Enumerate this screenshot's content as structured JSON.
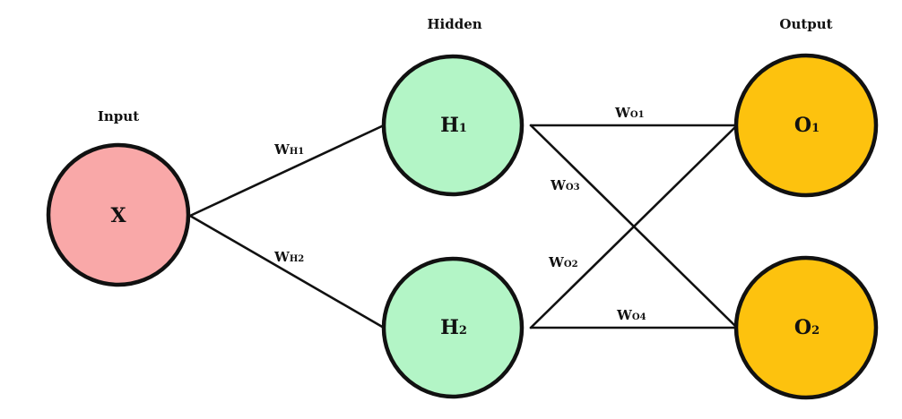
{
  "layers": {
    "input": "Input",
    "hidden": "Hidden",
    "output": "Output"
  },
  "nodes": {
    "x": {
      "label": "X",
      "color": "#f9a8a8"
    },
    "h1": {
      "label": "H",
      "sub": "1",
      "color": "#b3f5c6"
    },
    "h2": {
      "label": "H",
      "sub": "2",
      "color": "#b3f5c6"
    },
    "o1": {
      "label": "O",
      "sub": "1",
      "color": "#fdc20e"
    },
    "o2": {
      "label": "O",
      "sub": "2",
      "color": "#fdc20e"
    }
  },
  "weights": {
    "wh1": {
      "label": "W",
      "sub": "H1"
    },
    "wh2": {
      "label": "W",
      "sub": "H2"
    },
    "wo1": {
      "label": "W",
      "sub": "O1"
    },
    "wo2": {
      "label": "W",
      "sub": "O2"
    },
    "wo3": {
      "label": "W",
      "sub": "O3"
    },
    "wo4": {
      "label": "W",
      "sub": "O4"
    }
  }
}
